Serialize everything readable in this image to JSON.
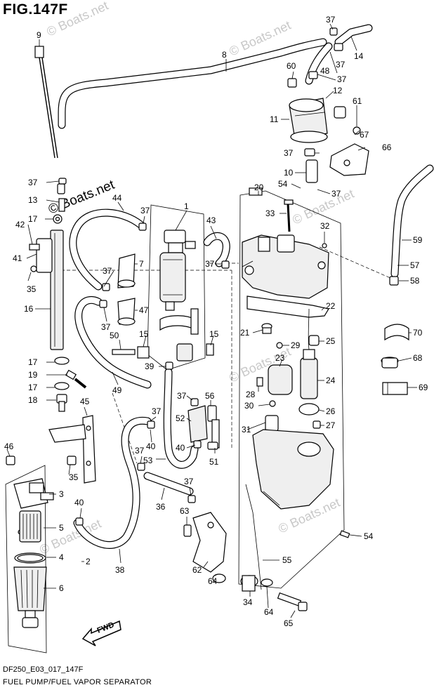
{
  "title": "FIG.147F",
  "footer": {
    "code": "DF250_E03_017_147F",
    "name": "FUEL PUMP/FUEL VAPOR SEPARATOR"
  },
  "watermarks": {
    "main": "© Boats.net",
    "faint": "© Boats.net"
  },
  "fwd_label": "FWD",
  "callouts": {
    "n1": "1",
    "n2": "2",
    "n3": "3",
    "n4": "4",
    "n5": "5",
    "n6": "6",
    "n7": "7",
    "n8": "8",
    "n9": "9",
    "n10": "10",
    "n11": "11",
    "n12": "12",
    "n13": "13",
    "n14": "14",
    "n15a": "15",
    "n15b": "15",
    "n16": "16",
    "n17a": "17",
    "n17b": "17",
    "n17c": "17",
    "n18": "18",
    "n19": "19",
    "n20": "20",
    "n21": "21",
    "n22": "22",
    "n23": "23",
    "n24": "24",
    "n25": "25",
    "n26": "26",
    "n27": "27",
    "n28": "28",
    "n29": "29",
    "n30": "30",
    "n31": "31",
    "n32": "32",
    "n33": "33",
    "n34": "34",
    "n35a": "35",
    "n35b": "35",
    "n36": "36",
    "n37a": "37",
    "n37b": "37",
    "n37c": "37",
    "n37d": "37",
    "n37e": "37",
    "n37f": "37",
    "n37g": "37",
    "n37h": "37",
    "n37i": "37",
    "n37j": "37",
    "n37k": "37",
    "n37l": "37",
    "n37m": "37",
    "n38": "38",
    "n39": "39",
    "n40a": "40",
    "n40b": "40",
    "n40c": "40",
    "n41": "41",
    "n42": "42",
    "n43": "43",
    "n44": "44",
    "n45": "45",
    "n46": "46",
    "n47": "47",
    "n48": "48",
    "n49": "49",
    "n50": "50",
    "n51": "51",
    "n52": "52",
    "n53": "53",
    "n54a": "54",
    "n54b": "54",
    "n55": "55",
    "n56": "56",
    "n57": "57",
    "n58": "58",
    "n59": "59",
    "n60": "60",
    "n61": "61",
    "n62": "62",
    "n63": "63",
    "n64a": "64",
    "n64b": "64",
    "n65": "65",
    "n66": "66",
    "n67": "67",
    "n68": "68",
    "n69": "69",
    "n70": "70"
  }
}
